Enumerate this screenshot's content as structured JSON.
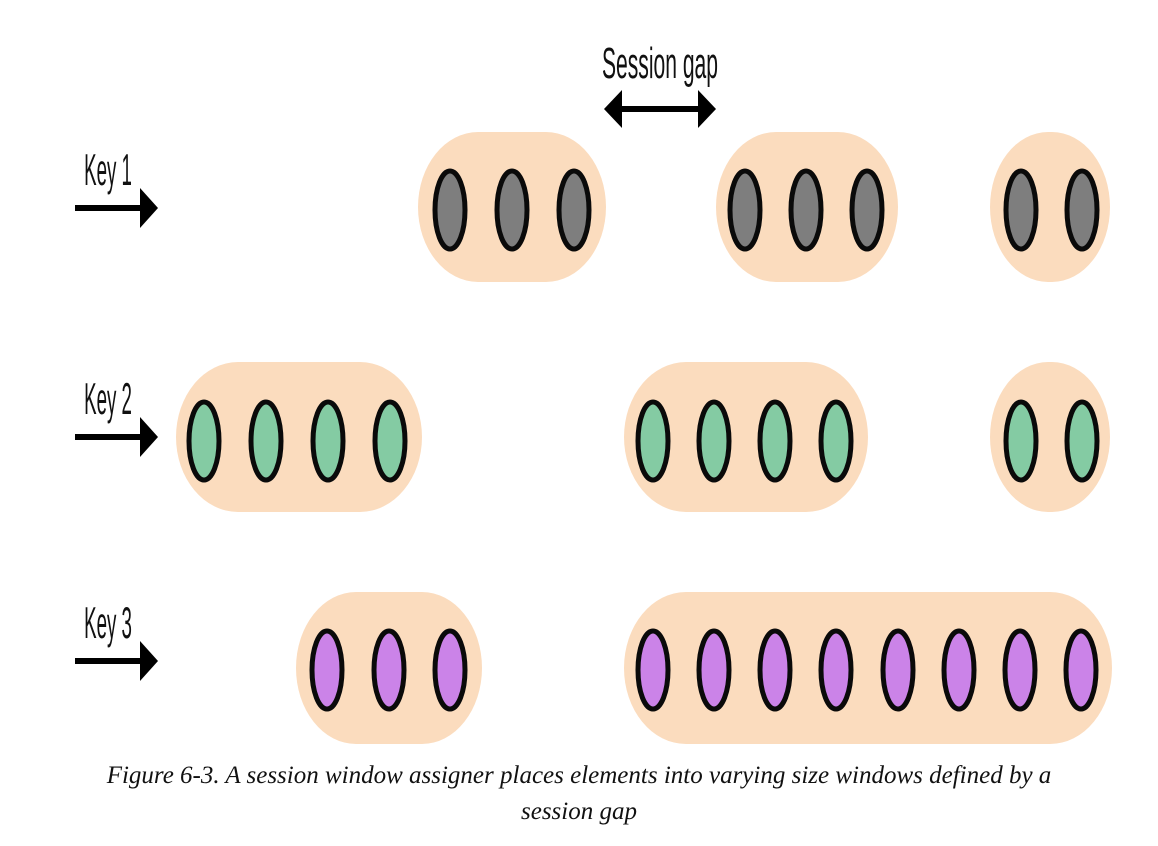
{
  "diagram": {
    "session_gap_label": "Session gap",
    "colors": {
      "window_fill": "#fbdcbe",
      "arrow": "#000000",
      "element_outline": "#0a0a0a"
    },
    "rows": [
      {
        "key_label": "Key 1",
        "element_color": "#7e7e7e",
        "windows": [
          {
            "elements": 3
          },
          {
            "elements": 3
          },
          {
            "elements": 2
          }
        ]
      },
      {
        "key_label": "Key 2",
        "element_color": "#84cba3",
        "windows": [
          {
            "elements": 4
          },
          {
            "elements": 4
          },
          {
            "elements": 2
          }
        ]
      },
      {
        "key_label": "Key 3",
        "element_color": "#cb83e8",
        "windows": [
          {
            "elements": 3
          },
          {
            "elements": 8
          }
        ]
      }
    ]
  },
  "caption": {
    "line1": "Figure 6-3. A session window assigner places elements into varying size windows defined by a",
    "line2": "session gap"
  }
}
